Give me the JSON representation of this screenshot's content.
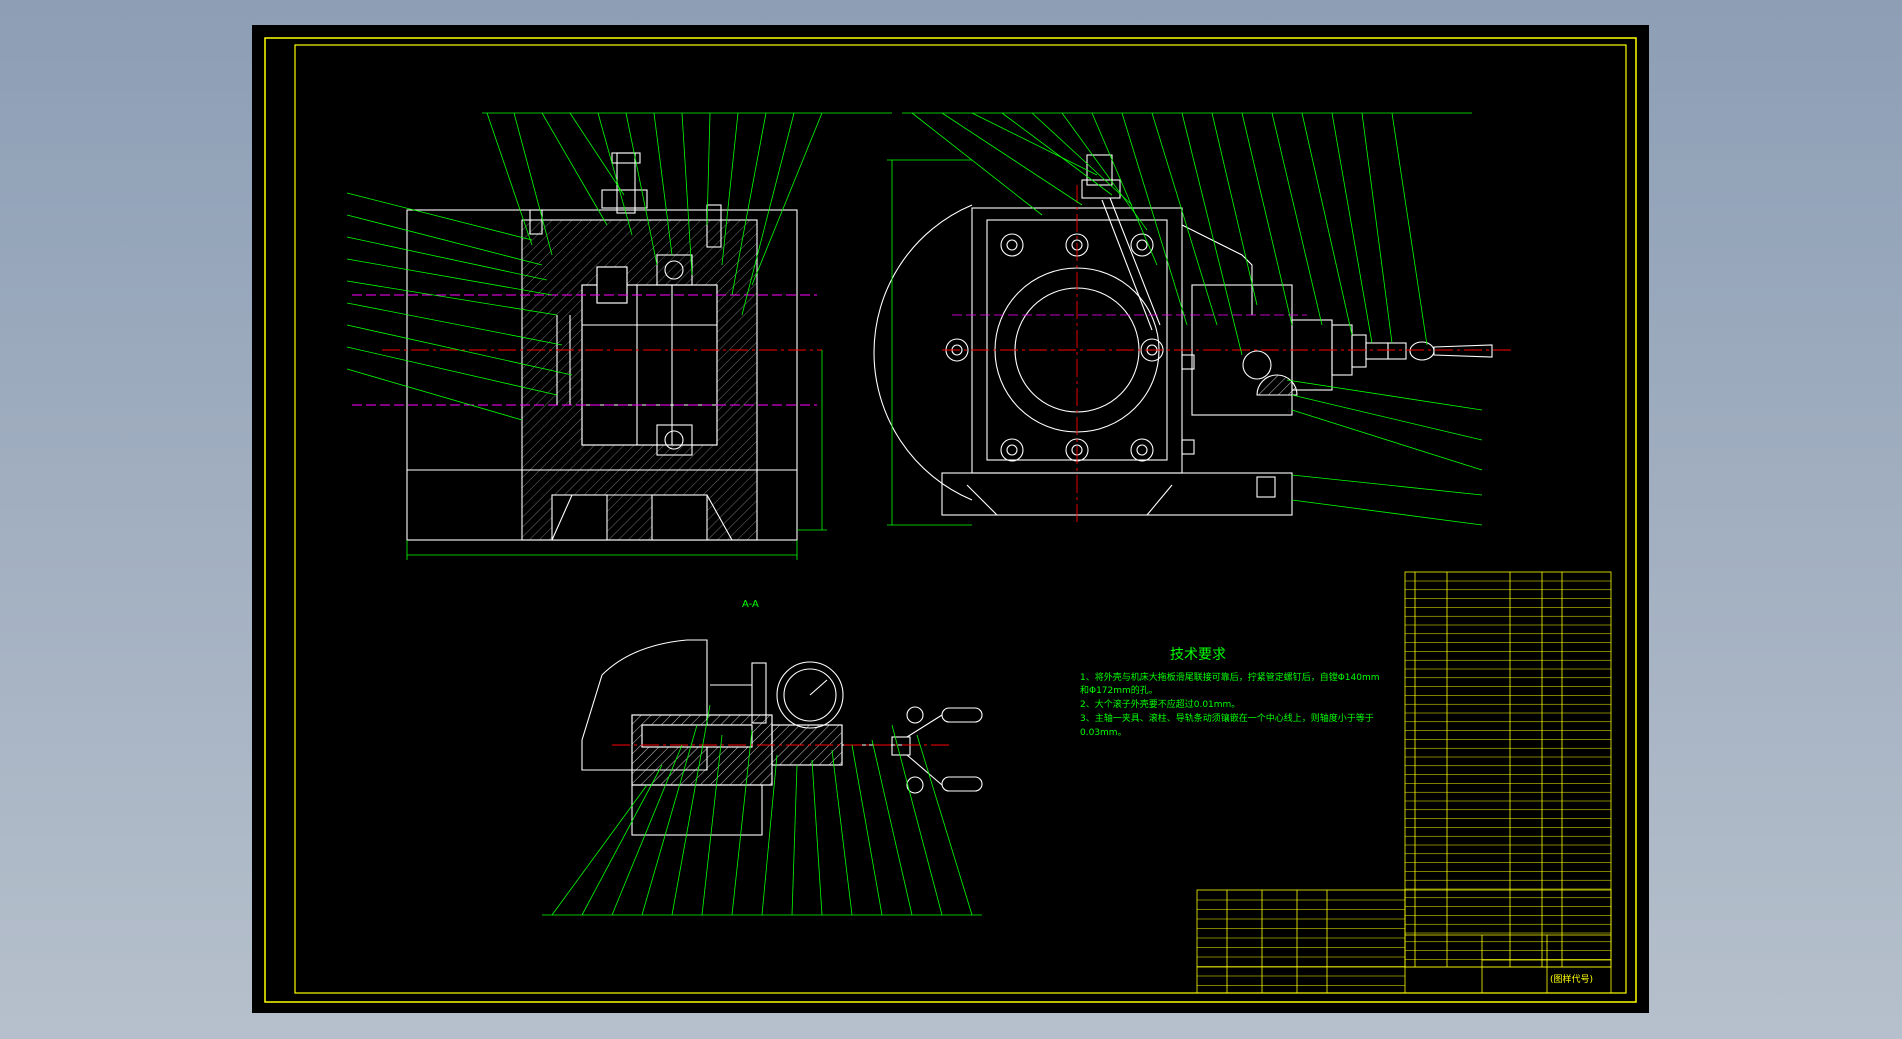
{
  "drawing": {
    "section_label": "A-A",
    "tech_title": "技术要求",
    "tech_lines": [
      "1、将外壳与机床大拖板滑尾联接可靠后，拧紧管定螺钉后，自镗Φ140mm",
      "和Φ172mm的孔。",
      "2、大个滚子外壳要不应超过0.01mm。",
      "3、主轴一夹具、滚柱、导轨条动须镶嵌在一个中心线上，则轴度小于等于",
      "0.03mm。"
    ],
    "title_block": {
      "drawing_no": "(图样代号)"
    }
  },
  "colors": {
    "background": "#000000",
    "frame": "#ffff00",
    "outline": "#ffffff",
    "leader": "#00ff00",
    "centerline": "#ff0000",
    "hidden": "#ff00ff",
    "text": "#00ff00"
  }
}
